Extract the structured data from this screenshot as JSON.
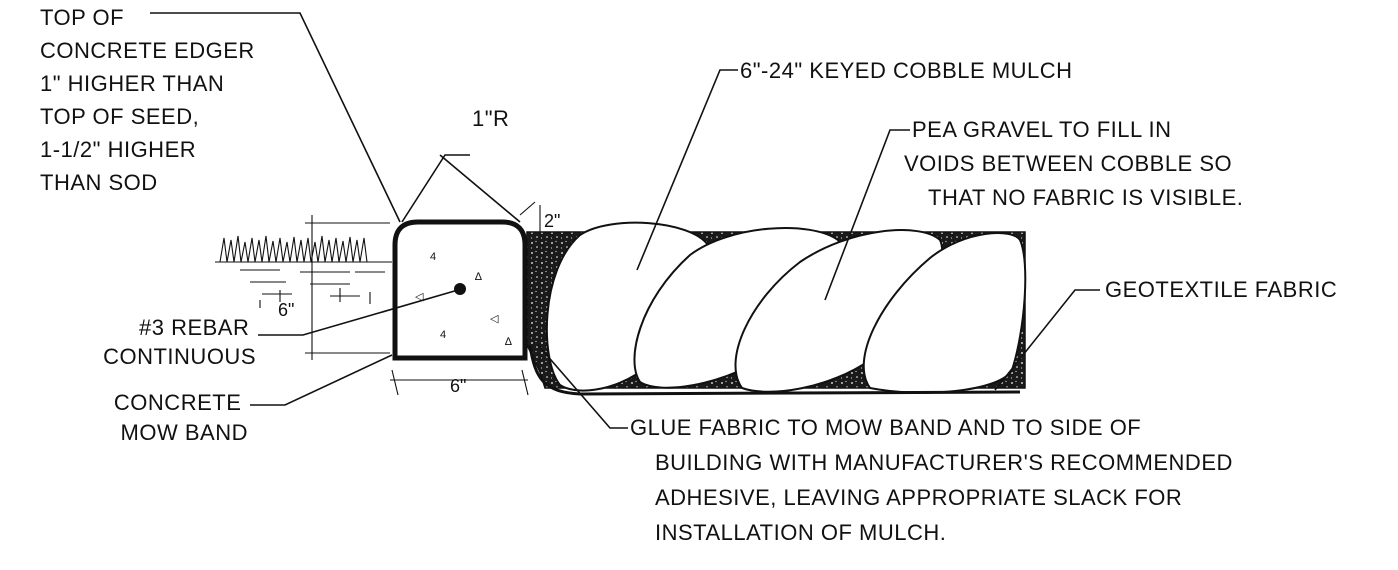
{
  "labels": {
    "top_edger": [
      "TOP OF",
      "CONCRETE EDGER",
      "1\" HIGHER THAN",
      "TOP OF SEED,",
      "1-1/2\" HIGHER",
      "THAN SOD"
    ],
    "radius": "1\"R",
    "depth_2": "2\"",
    "dim_6_vert": "6\"",
    "dim_6_horiz": "6\"",
    "rebar": [
      "#3 REBAR",
      "CONTINUOUS"
    ],
    "mow_band": [
      "CONCRETE",
      "MOW BAND"
    ],
    "cobble": "6\"-24\" KEYED COBBLE MULCH",
    "pea_gravel": [
      "PEA GRAVEL TO FILL IN",
      "VOIDS BETWEEN COBBLE SO",
      "THAT NO FABRIC IS VISIBLE."
    ],
    "geotextile": "GEOTEXTILE FABRIC",
    "glue": [
      "GLUE FABRIC TO MOW BAND AND TO SIDE OF",
      "BUILDING WITH MANUFACTURER'S RECOMMENDED",
      "ADHESIVE, LEAVING APPROPRIATE SLACK FOR",
      "INSTALLATION OF MULCH."
    ]
  }
}
